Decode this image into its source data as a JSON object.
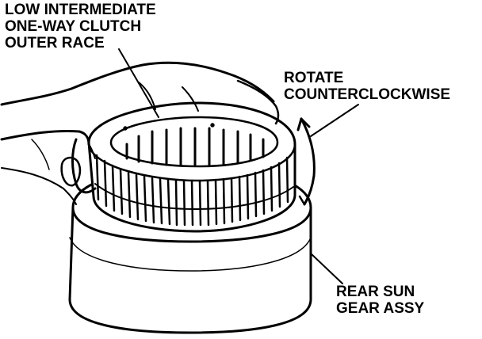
{
  "labels": {
    "clutch_race": {
      "line1": "LOW INTERMEDIATE",
      "line2": "ONE-WAY CLUTCH",
      "line3": "OUTER RACE"
    },
    "rotate": {
      "line1": "ROTATE",
      "line2": "COUNTERCLOCKWISE"
    },
    "sun_gear": {
      "line1": "REAR SUN",
      "line2": "GEAR ASSY"
    }
  },
  "colors": {
    "ink": "#000000",
    "paper": "#ffffff"
  }
}
